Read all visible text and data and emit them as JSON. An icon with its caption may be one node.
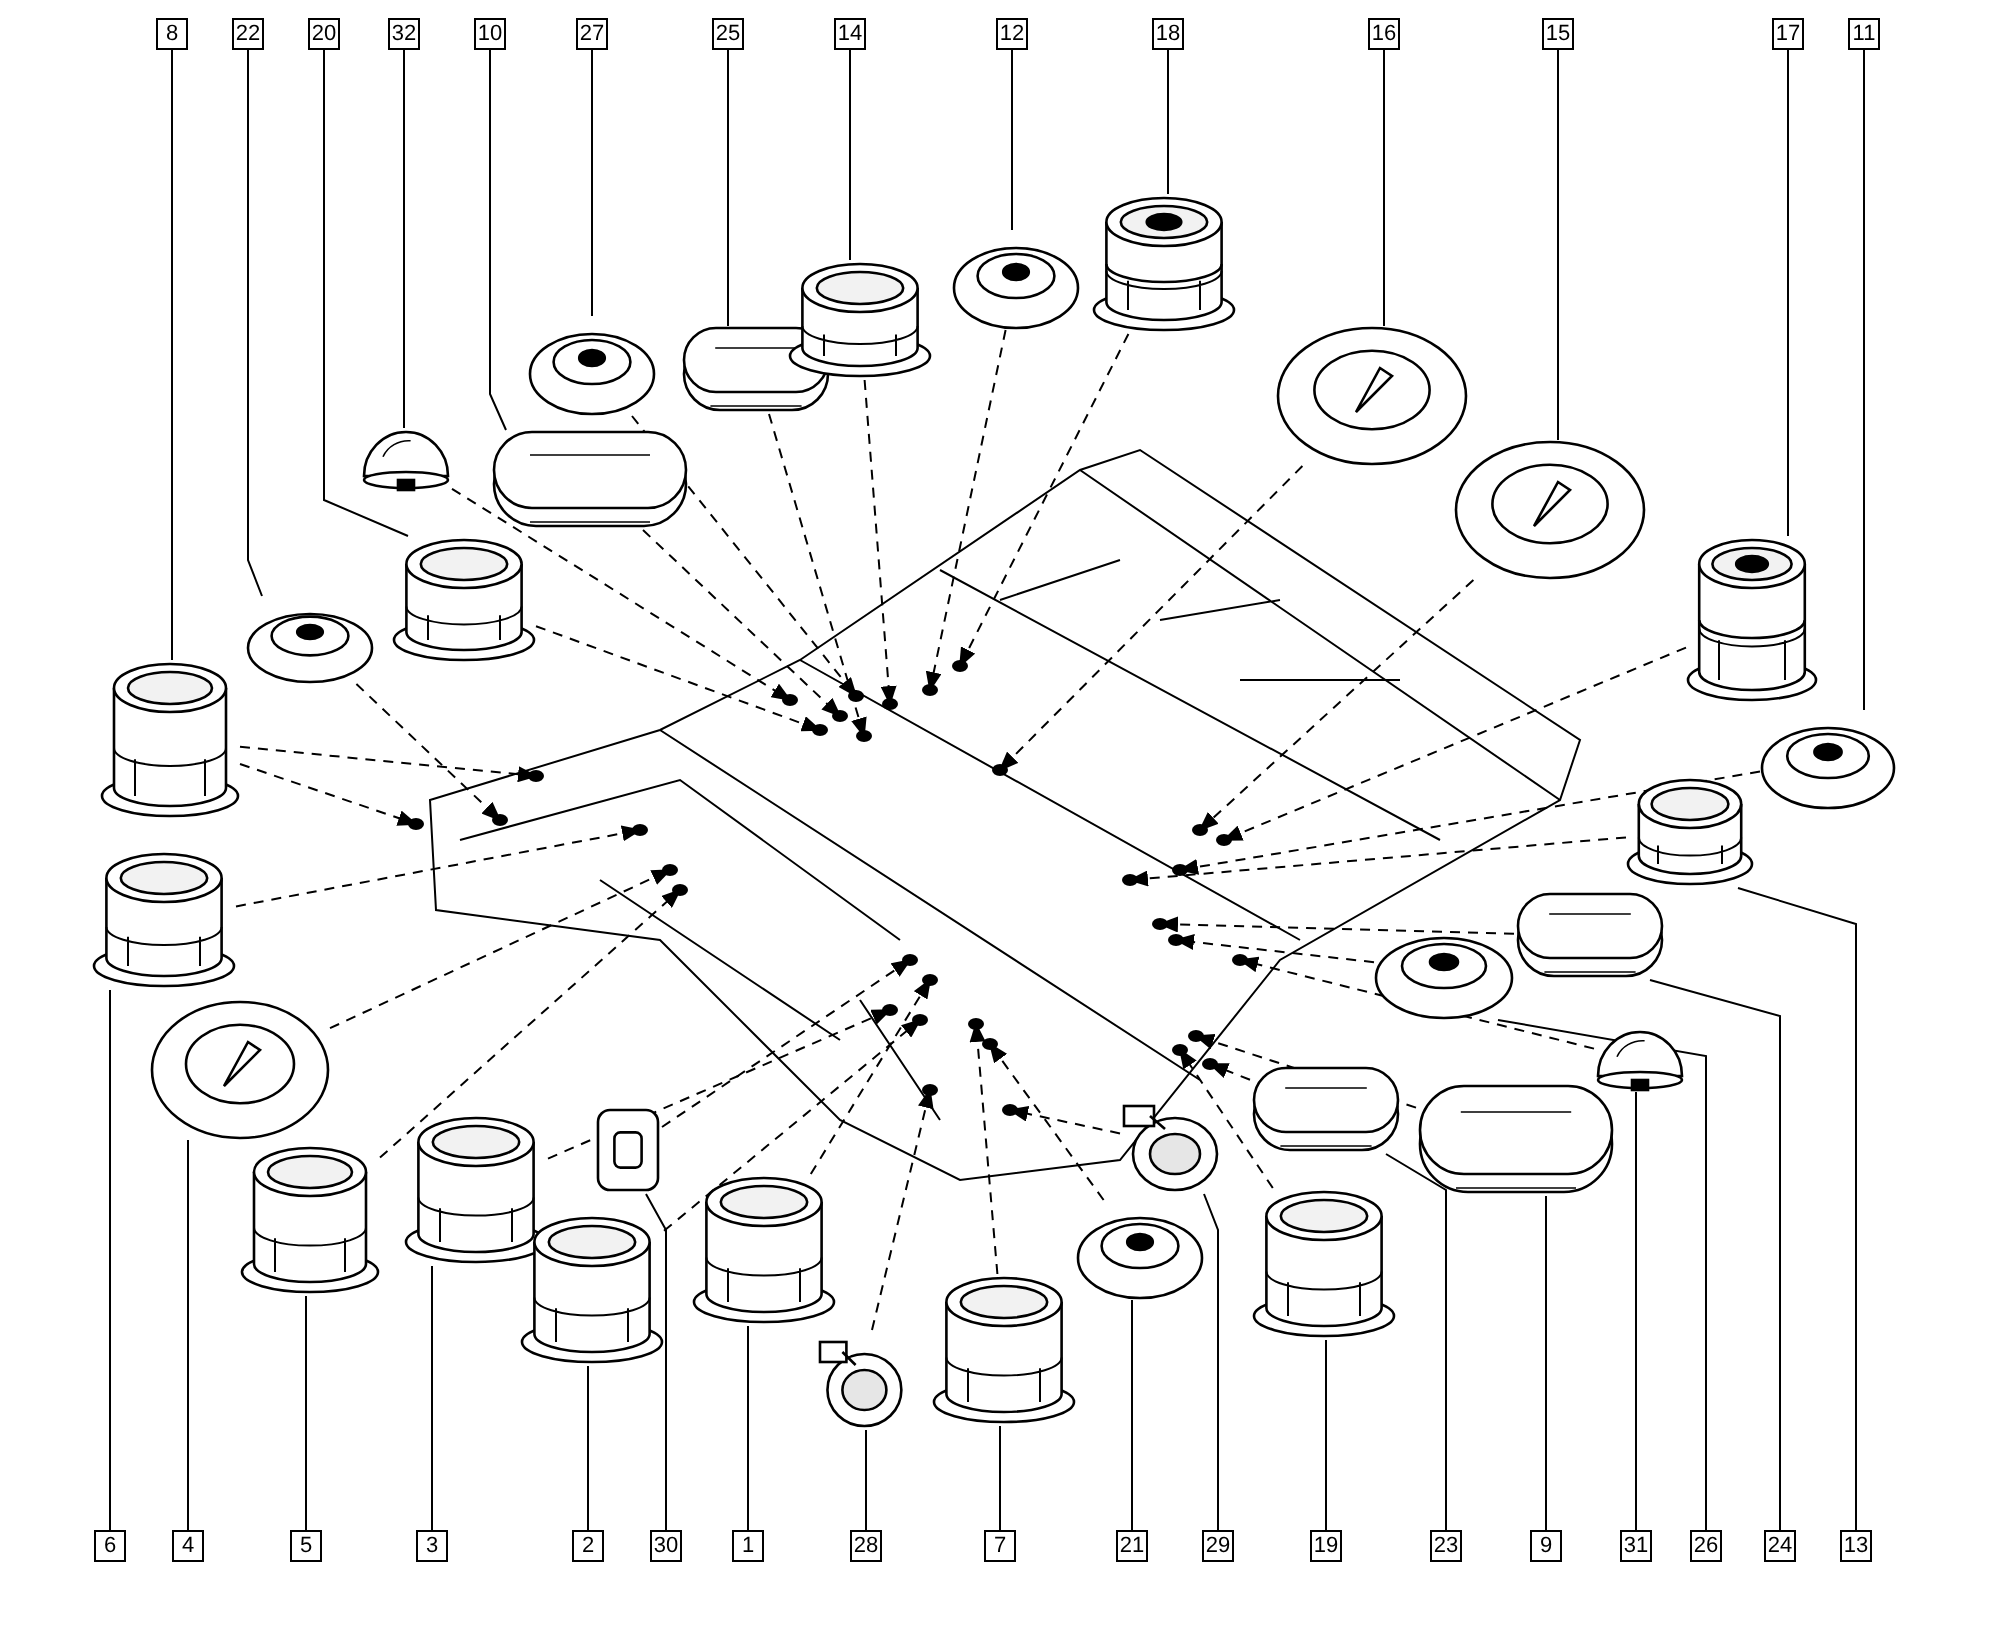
{
  "diagram": {
    "nodes": [
      {
        "text": [
          "8"
        ]
      },
      {
        "text": [
          "22"
        ]
      },
      {
        "text": [
          "20"
        ]
      },
      {
        "text": [
          "32"
        ]
      },
      {
        "text": [
          "10"
        ]
      },
      {
        "text": [
          "27"
        ]
      },
      {
        "text": [
          "25"
        ]
      },
      {
        "text": [
          "14"
        ]
      },
      {
        "text": [
          "12"
        ]
      },
      {
        "text": [
          "18"
        ]
      },
      {
        "text": [
          "16"
        ]
      },
      {
        "text": [
          "15"
        ]
      },
      {
        "text": [
          "17"
        ]
      },
      {
        "text": [
          "11"
        ]
      },
      {
        "text": [
          "6"
        ]
      },
      {
        "text": [
          "4"
        ]
      },
      {
        "text": [
          "5"
        ]
      },
      {
        "text": [
          "3"
        ]
      },
      {
        "text": [
          "2"
        ]
      },
      {
        "text": [
          "30"
        ]
      },
      {
        "text": [
          "1"
        ]
      },
      {
        "text": [
          "28"
        ]
      },
      {
        "text": [
          "7"
        ]
      },
      {
        "text": [
          "21"
        ]
      },
      {
        "text": [
          "29"
        ]
      },
      {
        "text": [
          "19"
        ]
      },
      {
        "text": [
          "23"
        ]
      },
      {
        "text": [
          "9"
        ]
      },
      {
        "text": [
          "31"
        ]
      },
      {
        "text": [
          "26"
        ]
      },
      {
        "text": [
          "24"
        ]
      },
      {
        "text": [
          "13"
        ]
      },
      {
        "text": [],
        "shape": "picture"
      },
      {
        "text": [],
        "shape": "picture"
      },
      {
        "text": [],
        "shape": "picture"
      },
      {
        "text": [],
        "shape": "picture"
      },
      {
        "text": [],
        "shape": "picture"
      },
      {
        "text": [],
        "shape": "picture"
      },
      {
        "text": [],
        "shape": "picture"
      },
      {
        "text": [],
        "shape": "picture"
      },
      {
        "text": [],
        "shape": "picture"
      },
      {
        "text": [],
        "shape": "picture"
      },
      {
        "text": [],
        "shape": "picture"
      },
      {
        "text": [],
        "shape": "picture"
      },
      {
        "text": [],
        "shape": "picture"
      },
      {
        "text": [],
        "shape": "picture"
      },
      {
        "text": [],
        "shape": "picture"
      },
      {
        "text": [],
        "shape": "picture"
      },
      {
        "text": [],
        "shape": "picture"
      },
      {
        "text": [],
        "shape": "picture"
      },
      {
        "text": [],
        "shape": "picture"
      },
      {
        "text": [],
        "shape": "picture"
      },
      {
        "text": [],
        "shape": "picture"
      },
      {
        "text": [],
        "shape": "picture"
      },
      {
        "text": [],
        "shape": "picture"
      },
      {
        "text": [],
        "shape": "picture"
      },
      {
        "text": [],
        "shape": "picture"
      },
      {
        "text": [],
        "shape": "picture"
      },
      {
        "text": [],
        "shape": "picture"
      },
      {
        "text": [],
        "shape": "picture"
      },
      {
        "text": [],
        "shape": "picture"
      },
      {
        "text": [],
        "shape": "picture"
      },
      {
        "text": [],
        "shape": "picture"
      },
      {
        "text": [],
        "shape": "picture"
      }
    ],
    "edges": [
      {
        "from": 0,
        "to": 32,
        "arrow": "none"
      },
      {
        "from": 1,
        "to": 33,
        "arrow": "none"
      },
      {
        "from": 2,
        "to": 34,
        "arrow": "none"
      },
      {
        "from": 3,
        "to": 35,
        "arrow": "none"
      },
      {
        "from": 4,
        "to": 36,
        "arrow": "none"
      },
      {
        "from": 5,
        "to": 37,
        "arrow": "none"
      },
      {
        "from": 6,
        "to": 38,
        "arrow": "none"
      },
      {
        "from": 7,
        "to": 39,
        "arrow": "none"
      },
      {
        "from": 8,
        "to": 40,
        "arrow": "none"
      },
      {
        "from": 9,
        "to": 41,
        "arrow": "none"
      },
      {
        "from": 10,
        "to": 42,
        "arrow": "none"
      },
      {
        "from": 11,
        "to": 43,
        "arrow": "none"
      },
      {
        "from": 12,
        "to": 44,
        "arrow": "none"
      },
      {
        "from": 13,
        "to": 45,
        "arrow": "none"
      },
      {
        "from": 14,
        "to": 46,
        "arrow": "none"
      },
      {
        "from": 15,
        "to": 47,
        "arrow": "none"
      },
      {
        "from": 16,
        "to": 48,
        "arrow": "none"
      },
      {
        "from": 17,
        "to": 49,
        "arrow": "none"
      },
      {
        "from": 18,
        "to": 50,
        "arrow": "none"
      },
      {
        "from": 19,
        "to": 51,
        "arrow": "none"
      },
      {
        "from": 20,
        "to": 52,
        "arrow": "none"
      },
      {
        "from": 21,
        "to": 53,
        "arrow": "none"
      },
      {
        "from": 22,
        "to": 54,
        "arrow": "none"
      },
      {
        "from": 23,
        "to": 55,
        "arrow": "none"
      },
      {
        "from": 24,
        "to": 56,
        "arrow": "none"
      },
      {
        "from": 25,
        "to": 57,
        "arrow": "none"
      },
      {
        "from": 26,
        "to": 58,
        "arrow": "none"
      },
      {
        "from": 27,
        "to": 59,
        "arrow": "none"
      },
      {
        "from": 28,
        "to": 60,
        "arrow": "none"
      },
      {
        "from": 29,
        "to": 61,
        "arrow": "none"
      },
      {
        "from": 30,
        "to": 62,
        "arrow": "none"
      },
      {
        "from": 31,
        "to": 63,
        "arrow": "none"
      },
      {
        "from": 32,
        "to": null,
        "arrow": "to",
        "style": "dashed"
      },
      {
        "from": 32,
        "to": null,
        "arrow": "to",
        "style": "dashed"
      },
      {
        "from": 33,
        "to": null,
        "arrow": "to",
        "style": "dashed"
      },
      {
        "from": 34,
        "to": null,
        "arrow": "to",
        "style": "dashed"
      },
      {
        "from": 35,
        "to": null,
        "arrow": "to",
        "style": "dashed"
      },
      {
        "from": 36,
        "to": null,
        "arrow": "to",
        "style": "dashed"
      },
      {
        "from": 37,
        "to": null,
        "arrow": "to",
        "style": "dashed"
      },
      {
        "from": 38,
        "to": null,
        "arrow": "to",
        "style": "dashed"
      },
      {
        "from": 39,
        "to": null,
        "arrow": "to",
        "style": "dashed"
      },
      {
        "from": 40,
        "to": null,
        "arrow": "to",
        "style": "dashed"
      },
      {
        "from": 41,
        "to": null,
        "arrow": "to",
        "style": "dashed"
      },
      {
        "from": 42,
        "to": null,
        "arrow": "to",
        "style": "dashed"
      },
      {
        "from": 43,
        "to": null,
        "arrow": "to",
        "style": "dashed"
      },
      {
        "from": 44,
        "to": null,
        "arrow": "to",
        "style": "dashed"
      },
      {
        "from": 45,
        "to": null,
        "arrow": "to",
        "style": "dashed"
      },
      {
        "from": 46,
        "to": null,
        "arrow": "to",
        "style": "dashed"
      },
      {
        "from": 47,
        "to": null,
        "arrow": "to",
        "style": "dashed"
      },
      {
        "from": 48,
        "to": null,
        "arrow": "to",
        "style": "dashed"
      },
      {
        "from": 49,
        "to": null,
        "arrow": "to",
        "style": "dashed"
      },
      {
        "from": 50,
        "to": null,
        "arrow": "to",
        "style": "dashed"
      },
      {
        "from": 51,
        "to": null,
        "arrow": "to",
        "style": "dashed"
      },
      {
        "from": 52,
        "to": null,
        "arrow": "to",
        "style": "dashed"
      },
      {
        "from": 53,
        "to": null,
        "arrow": "to",
        "style": "dashed"
      },
      {
        "from": 54,
        "to": null,
        "arrow": "to",
        "style": "dashed"
      },
      {
        "from": 55,
        "to": null,
        "arrow": "to",
        "style": "dashed"
      },
      {
        "from": 56,
        "to": null,
        "arrow": "to",
        "style": "dashed"
      },
      {
        "from": 57,
        "to": null,
        "arrow": "to",
        "style": "dashed"
      },
      {
        "from": 58,
        "to": null,
        "arrow": "to",
        "style": "dashed"
      },
      {
        "from": 59,
        "to": null,
        "arrow": "to",
        "style": "dashed"
      },
      {
        "from": 60,
        "to": null,
        "arrow": "to",
        "style": "dashed"
      },
      {
        "from": 61,
        "to": null,
        "arrow": "to",
        "style": "dashed"
      },
      {
        "from": 62,
        "to": null,
        "arrow": "to",
        "style": "dashed"
      },
      {
        "from": 63,
        "to": null,
        "arrow": "to",
        "style": "dashed"
      }
    ]
  }
}
